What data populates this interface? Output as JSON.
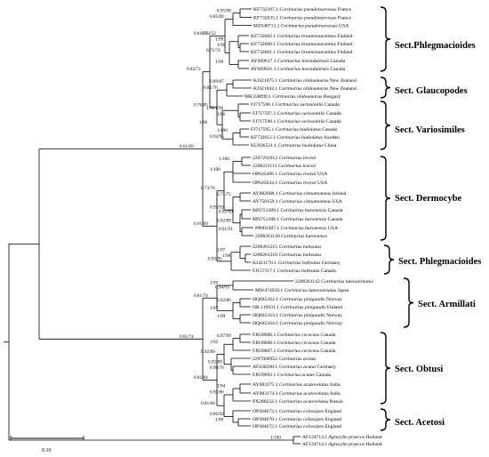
{
  "colors": {
    "highlight": "#e8262b",
    "line": "#000000"
  },
  "taxa": [
    {
      "acc": "KF732397.1",
      "sp": "Cortinarius pseudonaevosus",
      "loc": "France"
    },
    {
      "acc": "KF732635.1",
      "sp": "Cortinarius pseudonaevosus",
      "loc": "France"
    },
    {
      "acc": "MZ048713.1",
      "sp": "Cortinarius pseudonaevosus",
      "loc": "USA"
    },
    {
      "acc": "KF732602.1",
      "sp": "Cortinarius brunneiaurantius",
      "loc": "Finland"
    },
    {
      "acc": "KF732600.1",
      "sp": "Cortinarius brunneiaurantius",
      "loc": "Finland"
    },
    {
      "acc": "KF732601.1",
      "sp": "Cortinarius brunneiaurantius",
      "loc": "Finland"
    },
    {
      "acc": "AY669617.1",
      "sp": "Cortinarius lavendulensis",
      "loc": "Canada"
    },
    {
      "acc": "AY669631.1",
      "sp": "Cortinarius lavendulensis",
      "loc": "Canada"
    },
    {
      "acc": "KJ421075.1",
      "sp": "Cortinarius olidoamarus",
      "loc": "New Zealand"
    },
    {
      "acc": "KJ421042.1",
      "sp": "Cortinarius olidoamarus",
      "loc": "New Zealand"
    },
    {
      "acc": "MK358099.1",
      "sp": "Cortinarius olidoamarus",
      "loc": "Hungary"
    },
    {
      "acc": "FJ717596.1",
      "sp": "Cortinarius variosimilis",
      "loc": "Canada"
    },
    {
      "acc": "FJ717597.1",
      "sp": "Cortinarius variosimilis",
      "loc": "Canada"
    },
    {
      "acc": "FJ717598.1",
      "sp": "Cortinarius variosimilis",
      "loc": "Canada"
    },
    {
      "acc": "FJ717595.1",
      "sp": "Cortinarius badiolatus",
      "loc": "Canada"
    },
    {
      "acc": "KF732612.1",
      "sp": "Cortinarius badiolatus",
      "loc": "Sweden"
    },
    {
      "acc": "KU836521.1",
      "sp": "Cortinarius badiolatus",
      "loc": "China"
    },
    {
      "acc": "2207291012",
      "sp": "Cortinarius lewisii",
      "loc": "",
      "red": true
    },
    {
      "acc": "2208231113",
      "sp": "Cortinarius lewisii",
      "loc": "",
      "red": true
    },
    {
      "acc": "OP645406.1",
      "sp": "Cortinarius lewisii",
      "loc": "USA"
    },
    {
      "acc": "OP645034.1",
      "sp": "Cortinarius lewisii",
      "loc": "USA"
    },
    {
      "acc": "AY082608.1",
      "sp": "Cortinarius cinnamomeus",
      "loc": "Ireland"
    },
    {
      "acc": "AY750159.1",
      "sp": "Cortinarius cinnamomeus",
      "loc": "USA"
    },
    {
      "acc": "MN751289.1",
      "sp": "Cortinarius huronensis",
      "loc": "Canada"
    },
    {
      "acc": "MN751288.1",
      "sp": "Cortinarius huronensis",
      "loc": "Canada"
    },
    {
      "acc": "PP001387.1",
      "sp": "Cortinarius huronensis",
      "loc": "USA"
    },
    {
      "acc": "2208261128",
      "sp": "Cortinarius huronensis",
      "loc": "",
      "red": true
    },
    {
      "acc": "2208261215",
      "sp": "Cortinarius balteatus",
      "loc": "",
      "red": true
    },
    {
      "acc": "2208261210",
      "sp": "Cortinarius balteatus",
      "loc": "",
      "red": true
    },
    {
      "acc": "KJ421176.1",
      "sp": "Cortinarius balteatus",
      "loc": "Germany"
    },
    {
      "acc": "FJ157117.1",
      "sp": "Cortinarius balteatus",
      "loc": "Canada"
    },
    {
      "acc": "2208261142",
      "sp": "Cortinarius luteooornatus",
      "loc": "",
      "red": true
    },
    {
      "acc": "MW474958.1",
      "sp": "Cortinarius luteooornatus",
      "loc": "Japan"
    },
    {
      "acc": "HQ845162.1",
      "sp": "Cortinarius pinigaudis",
      "loc": "Norway"
    },
    {
      "acc": "NR 119931.1",
      "sp": "Cortinarius pinigaudis",
      "loc": "Finland"
    },
    {
      "acc": "HQ845163.1",
      "sp": "Cortinarius pinigaudis",
      "loc": "Norway"
    },
    {
      "acc": "HQ845164.1",
      "sp": "Cortinarius pinigaudis",
      "loc": "Norway"
    },
    {
      "acc": "FJ039606.1",
      "sp": "Cortinarius ceraceus",
      "loc": "Canada"
    },
    {
      "acc": "FJ039608.1",
      "sp": "Cortinarius ceraceus",
      "loc": "Canada"
    },
    {
      "acc": "FJ039607.1",
      "sp": "Cortinarius ceraceus",
      "loc": "Canada"
    },
    {
      "acc": "2207060952",
      "sp": "Cortinarius acutus",
      "loc": "",
      "red": true
    },
    {
      "acc": "AF430290.1",
      "sp": "Cortinarius acutus",
      "loc": "Germany"
    },
    {
      "acc": "FJ039692.1",
      "sp": "Cortinarius acutus",
      "loc": "Canada"
    },
    {
      "acc": "AY083175.1",
      "sp": "Cortinarius acutovelatus",
      "loc": "India"
    },
    {
      "acc": "AY083174.1",
      "sp": "Cortinarius acutovelatus",
      "loc": "India"
    },
    {
      "acc": "PX286232.1",
      "sp": "Cortinarius acutovelatus",
      "loc": "Russia"
    },
    {
      "acc": "OP304673.1",
      "sp": "Cortinarius colossipes",
      "loc": "England"
    },
    {
      "acc": "OP304670.1",
      "sp": "Cortinarius colossipes",
      "loc": "England"
    },
    {
      "acc": "OP304672.1",
      "sp": "Cortinarius colossipes",
      "loc": "England"
    },
    {
      "acc": "AF124713.1",
      "sp": "Agrocybe praecox",
      "loc": "Holland"
    },
    {
      "acc": "AF124714.1",
      "sp": "Agrocybe praecox",
      "loc": "Holland"
    }
  ],
  "supports": [
    "0.95/98",
    "0.85/89",
    "0.63/52",
    "1/99",
    "1/99",
    "0.75/74",
    "1/99",
    "0.81/73",
    "0.89/87",
    "0.81/76",
    "0.76/85",
    "1/96",
    "1/96",
    "1/100",
    "0.92/95",
    "0.83/72",
    "1/100",
    "0.73/76",
    "0.71/75",
    "0.95/93",
    "0.92/89",
    "0.91/91",
    "0.61/69",
    "1/97",
    "1/98",
    "0.93/95",
    "0.81/74",
    "1/95",
    "0.94/93",
    "0.92/86",
    "1/97",
    "1/99",
    "0.97/99",
    "1/92",
    "0.92/89",
    "0.82/78",
    "0.99/79",
    "0.81/84",
    "1/94",
    "0.92/86",
    "0.86/92",
    "1/99",
    "0.96/99",
    "1/100"
  ],
  "sections": [
    "Sect.Phlegmacioides",
    "Sect. Glaucopodes",
    "Sect. Variosimiles",
    "Sect. Dermocybe",
    "Sect. Phlegmacioides",
    "Sect. Armillati",
    "Sect. Obtusi",
    "Sect. Acetosi"
  ],
  "scale_bar": {
    "label": "0.10"
  }
}
